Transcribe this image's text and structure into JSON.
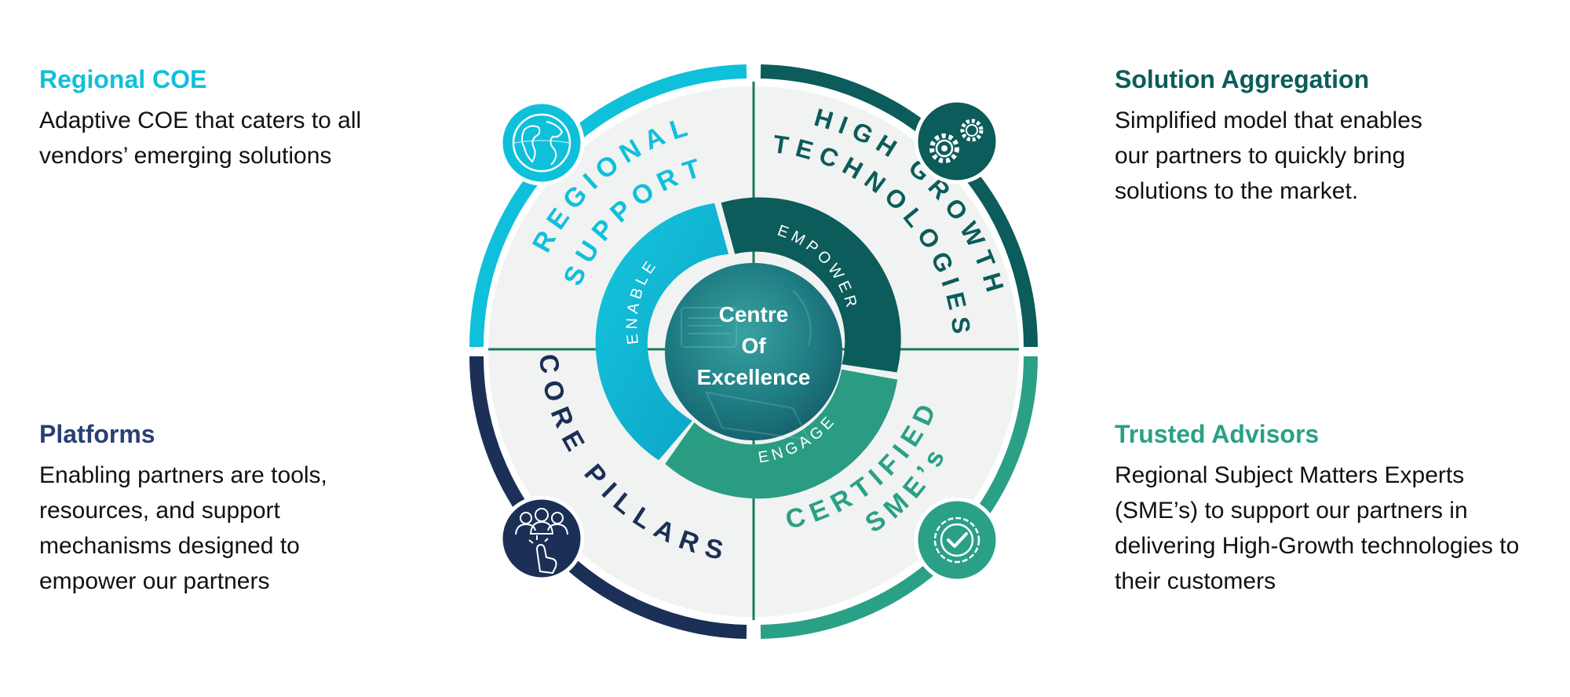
{
  "colors": {
    "regional": "#0fc0da",
    "high_growth": "#0b5c5a",
    "certified": "#2aa086",
    "core": "#1b2f57",
    "quadrant_fill": "#f1f2f2",
    "platforms_heading": "#2a3f75"
  },
  "blocks": {
    "regional_coe": {
      "heading": "Regional COE",
      "lines": [
        "Adaptive COE that caters to all",
        "vendors’ emerging solutions"
      ]
    },
    "solution_aggregation": {
      "heading": "Solution Aggregation",
      "lines": [
        "Simplified model that enables",
        "our partners to quickly bring",
        "solutions to the market."
      ]
    },
    "platforms": {
      "heading": "Platforms",
      "lines": [
        "Enabling partners are tools,",
        "resources, and support",
        "mechanisms designed to",
        "empower our partners"
      ]
    },
    "trusted_advisors": {
      "heading": "Trusted Advisors",
      "lines": [
        "Regional Subject Matters Experts",
        "(SME’s) to support our partners in",
        "delivering High-Growth technologies to",
        "their customers"
      ]
    }
  },
  "quadrants": {
    "regional_support": [
      "REGIONAL",
      "SUPPORT"
    ],
    "high_growth": [
      "HIGH GROWTH",
      "TECHNOLOGIES"
    ],
    "core_pillars": [
      "CORE PILLARS"
    ],
    "certified": [
      "CERTIFIED",
      "SME’s"
    ]
  },
  "inner_ring": {
    "enable": "ENABLE",
    "empower": "EMPOWER",
    "engage": "ENGAGE"
  },
  "center": {
    "lines": [
      "Centre",
      "Of",
      "Excellence"
    ]
  },
  "icons": [
    "globe-icon",
    "gears-icon",
    "badge-check-icon",
    "team-click-icon"
  ]
}
